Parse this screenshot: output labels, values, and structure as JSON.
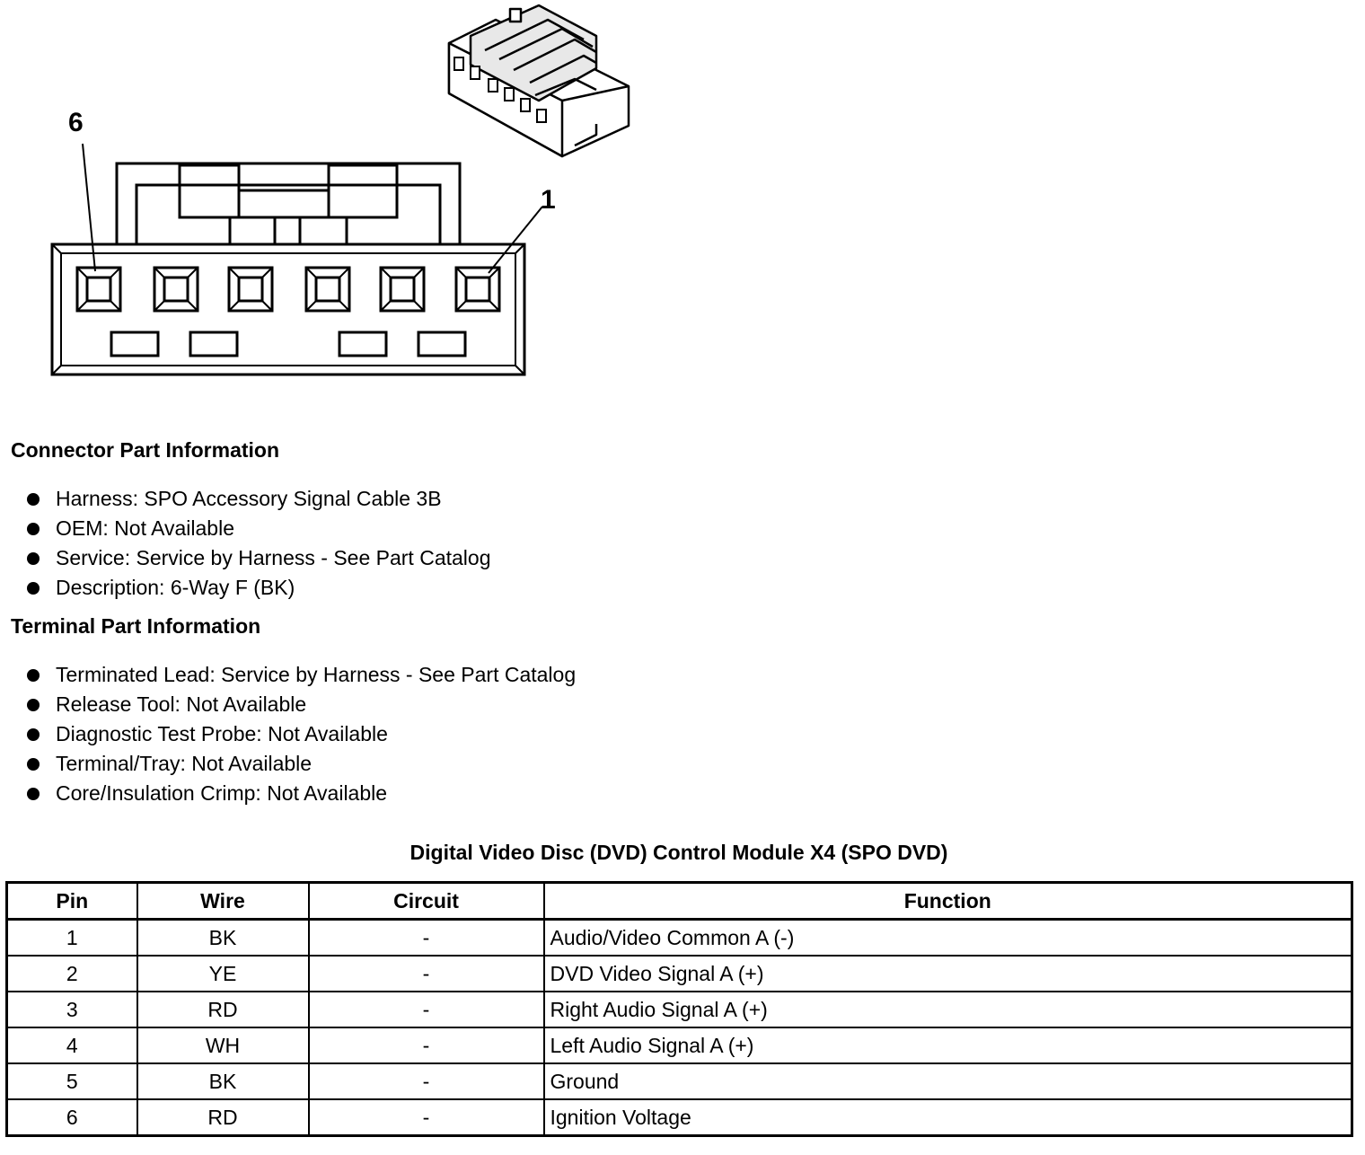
{
  "diagram": {
    "callout_left": "6",
    "callout_right": "1"
  },
  "connector_info": {
    "heading": "Connector Part Information",
    "items": [
      "Harness: SPO Accessory Signal Cable 3B",
      "OEM: Not Available",
      "Service: Service by Harness - See Part Catalog",
      "Description: 6-Way F (BK)"
    ]
  },
  "terminal_info": {
    "heading": "Terminal Part Information",
    "items": [
      "Terminated Lead: Service by Harness - See Part Catalog",
      "Release Tool: Not Available",
      "Diagnostic Test Probe: Not Available",
      "Terminal/Tray: Not Available",
      "Core/Insulation Crimp: Not Available"
    ]
  },
  "pin_table": {
    "title": "Digital Video Disc (DVD) Control Module X4 (SPO DVD)",
    "headers": [
      "Pin",
      "Wire",
      "Circuit",
      "Function"
    ],
    "rows": [
      [
        "1",
        "BK",
        "-",
        "Audio/Video Common A (-)"
      ],
      [
        "2",
        "YE",
        "-",
        "DVD Video Signal A (+)"
      ],
      [
        "3",
        "RD",
        "-",
        "Right Audio Signal A (+)"
      ],
      [
        "4",
        "WH",
        "-",
        "Left Audio Signal A (+)"
      ],
      [
        "5",
        "BK",
        "-",
        "Ground"
      ],
      [
        "6",
        "RD",
        "-",
        "Ignition Voltage"
      ]
    ]
  }
}
